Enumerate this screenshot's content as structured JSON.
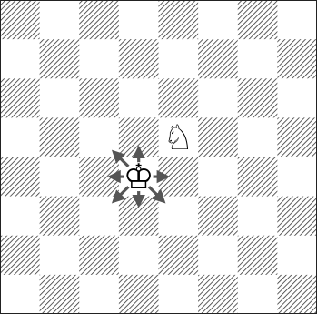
{
  "board": {
    "files": 8,
    "ranks": 8,
    "light_color": "#ffffff",
    "dark_hatch_color": "#333333",
    "border_color": "#222222"
  },
  "pieces": [
    {
      "type": "king",
      "color": "white",
      "square": "d4",
      "glyph": "♔"
    },
    {
      "type": "knight",
      "color": "white",
      "square": "e5",
      "glyph": "♘"
    }
  ],
  "arrows": {
    "from": "d4",
    "color": "#555555",
    "targets": [
      "c5",
      "d5",
      "c4",
      "e4",
      "c3",
      "d3",
      "e3"
    ]
  }
}
